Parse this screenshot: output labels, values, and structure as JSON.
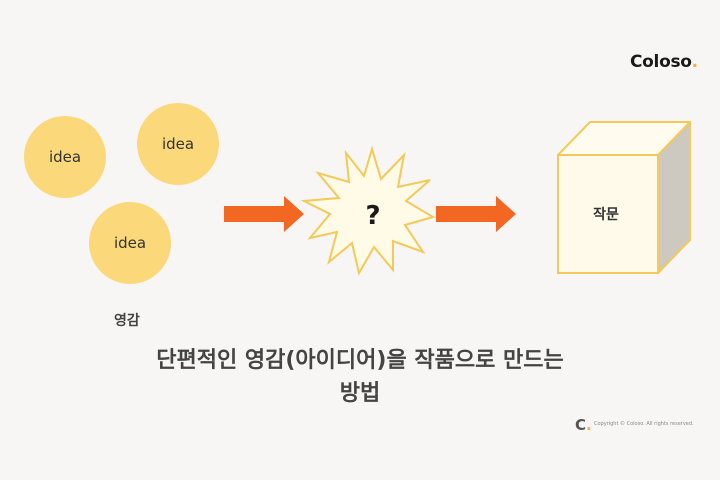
{
  "brand": {
    "name": "Coloso",
    "dot": ".",
    "footer_mark": "C",
    "copyright": "Copyright © Coloso. All rights reserved."
  },
  "ideas": [
    "idea",
    "idea",
    "idea"
  ],
  "inspiration_label": "영감",
  "mystery_symbol": "?",
  "result_label": "작문",
  "title": {
    "line1": "단편적인 영감(아이디어)을 작품으로 만드는",
    "line2": "방법"
  },
  "colors": {
    "idea_fill": "#fbd97a",
    "arrow": "#f26722",
    "burst_fill": "#fffbe6",
    "burst_stroke": "#f3c95a",
    "box_front": "#fffaea",
    "box_side": "#cdc9c0",
    "box_stroke": "#f3c95a",
    "brand_accent": "#f3b33d"
  }
}
